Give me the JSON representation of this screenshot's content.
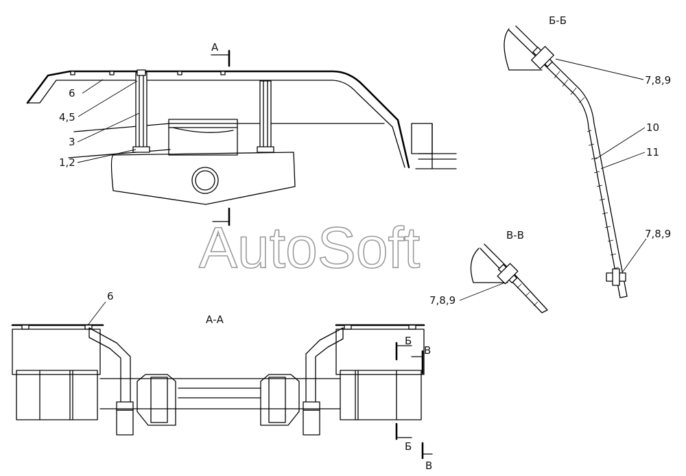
{
  "watermark": "AutoSoft",
  "views": {
    "section_aa": "А-А",
    "section_bb": "Б-Б",
    "section_vv": "В-В"
  },
  "cut_marks": {
    "a_top": "А",
    "a_bottom": "А",
    "b_top": "Б",
    "b_bottom": "Б",
    "v_top": "В",
    "v_bottom": "В"
  },
  "callouts": {
    "side_6": "6",
    "side_45": "4,5",
    "side_3": "3",
    "side_12": "1,2",
    "bb_789_top": "7,8,9",
    "bb_10": "10",
    "bb_11": "11",
    "bb_789_bottom": "7,8,9",
    "vv_789": "7,8,9",
    "aa_6": "6"
  }
}
